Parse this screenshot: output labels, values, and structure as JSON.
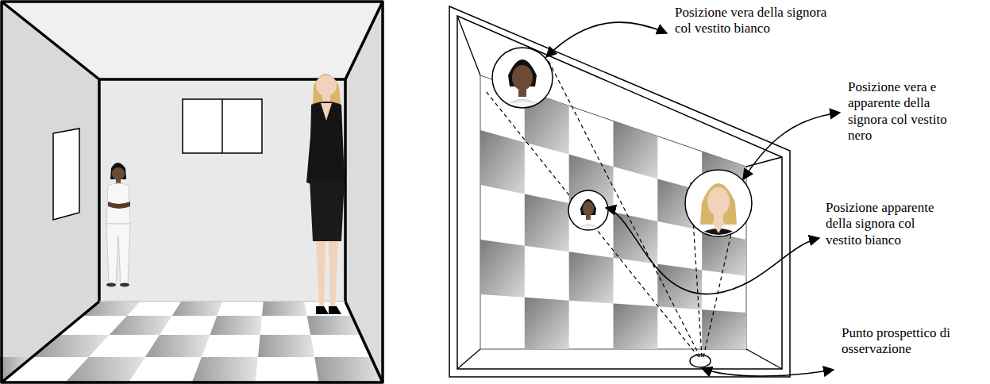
{
  "diagram": {
    "labels": [
      "Posizione vera della signora col vestito bianco",
      "Posizione vera e apparente della signora col vestito nero",
      "Posizione apparente della signora col vestito bianco",
      "Punto prospettico di osservazione"
    ]
  }
}
